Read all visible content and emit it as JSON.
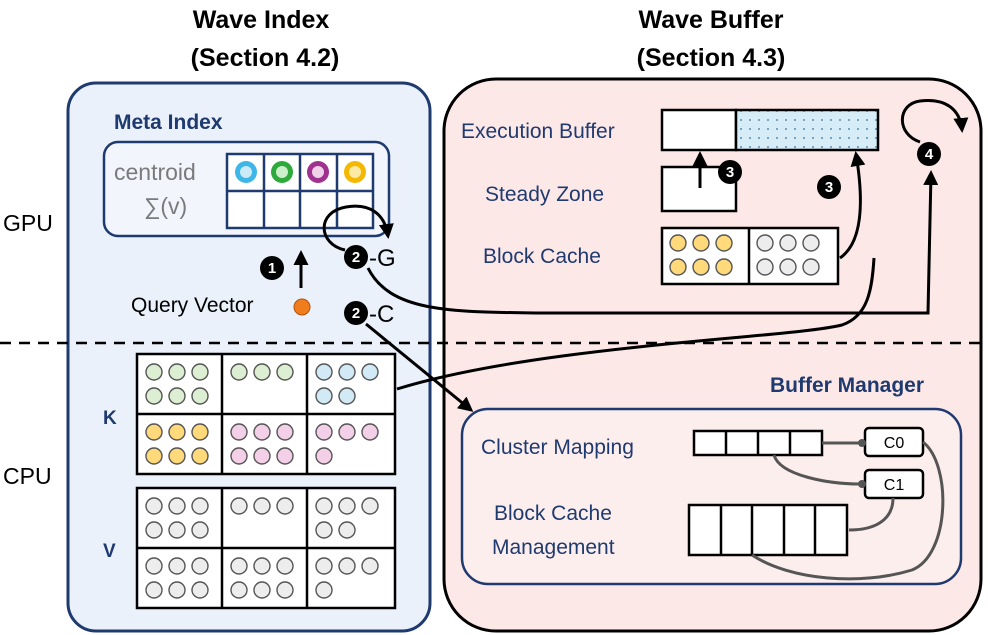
{
  "titles": {
    "wave_index": "Wave Index",
    "wave_index_section": "(Section 4.2)",
    "wave_buffer": "Wave Buffer",
    "wave_buffer_section": "(Section 4.3)"
  },
  "side_labels": {
    "gpu": "GPU",
    "cpu": "CPU"
  },
  "wave_index": {
    "meta_index_label": "Meta Index",
    "centroid_label": "centroid",
    "sum_label": "∑(v)",
    "query_vector_label": "Query Vector",
    "k_label": "K",
    "v_label": "V"
  },
  "wave_buffer": {
    "execution_buffer_label": "Execution Buffer",
    "steady_zone_label": "Steady Zone",
    "block_cache_label": "Block Cache",
    "buffer_manager_label": "Buffer Manager",
    "cluster_mapping_label": "Cluster Mapping",
    "block_cache_management_line1": "Block Cache",
    "block_cache_management_line2": "Management",
    "c0_label": "C0",
    "c1_label": "C1"
  },
  "steps": {
    "step1": "1",
    "step2": "2",
    "step2_g_suffix": "-G",
    "step2_c_suffix": "-C",
    "step3": "3",
    "step4": "4"
  },
  "colors": {
    "navy": "#1f3a6e",
    "left_panel_fill": "#eaf1fb",
    "right_panel_fill": "#fde8e8",
    "blue": "#3fb6e8",
    "green": "#2eaa3c",
    "purple": "#a0318f",
    "yellow": "#f5b800",
    "query_orange": "#f07c1c",
    "light_green": "#dcefd3",
    "light_blue": "#d2e9f6",
    "light_yellow": "#ffd97a",
    "light_pink": "#f3cfe8",
    "light_gray": "#ededed"
  }
}
